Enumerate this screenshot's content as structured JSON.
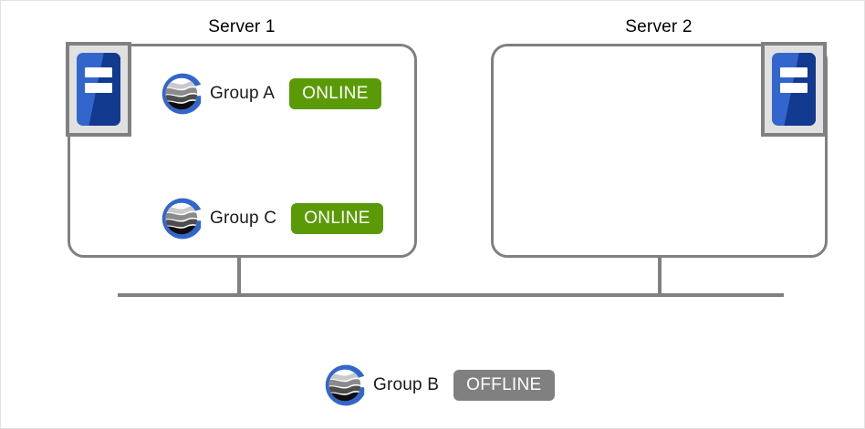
{
  "servers": [
    {
      "title": "Server 1",
      "icon": "server-hardware-icon",
      "groups": [
        {
          "name": "Group A",
          "status": "ONLINE",
          "logo": "group-logo-icon",
          "status_color": "#5b9a07"
        },
        {
          "name": "Group C",
          "status": "ONLINE",
          "logo": "group-logo-icon",
          "status_color": "#5b9a07"
        }
      ]
    },
    {
      "title": "Server 2",
      "icon": "server-hardware-icon",
      "groups": []
    }
  ],
  "detached_group": {
    "name": "Group B",
    "status": "OFFLINE",
    "logo": "group-logo-icon",
    "status_color": "#808080"
  },
  "colors": {
    "box_border": "#808080",
    "line": "#808080",
    "online": "#5b9a07",
    "offline": "#808080",
    "server_icon_blue": "#3366cc",
    "server_icon_dark_blue": "#123a8f",
    "logo_blue": "#3366cc",
    "text": "#000000",
    "page_border": "#e3e3e3"
  }
}
